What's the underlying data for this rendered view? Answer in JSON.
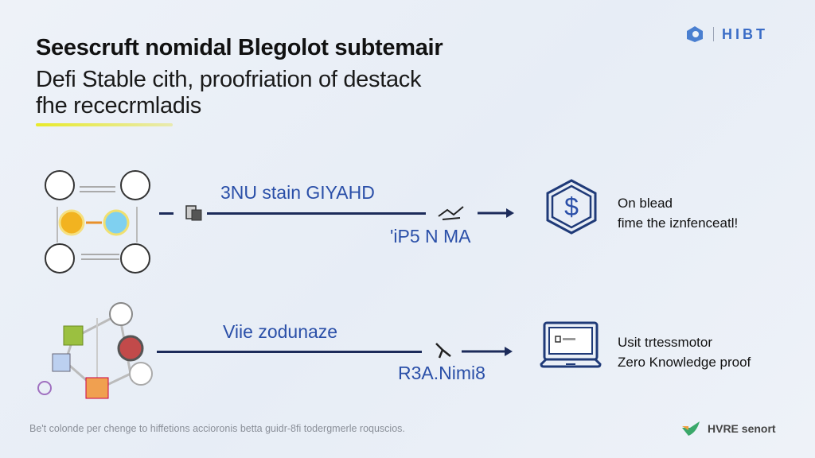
{
  "header": {
    "title": "Seescruft nomidal Blegolot subtemair",
    "subtitle_line1": "Defi Stable cith, proofriation of destack",
    "subtitle_line2": "fhe rececrmladis",
    "logo_text": "HIBT"
  },
  "flows": [
    {
      "label_top": "3NU stain GIYAHD",
      "label_bottom": "'iP5 N MA",
      "target_icon": "hexagon-dollar-icon",
      "desc_line1": "On blead",
      "desc_line2": "fime the iznfenceatl!"
    },
    {
      "label_top": "Viie zodunaze",
      "label_bottom": "R3A.Nimi8",
      "target_icon": "laptop-icon",
      "desc_line1": "Usit trtessmotor",
      "desc_line2": "Zero Knowledge proof"
    }
  ],
  "footer": {
    "note": "Be't colonde per chenge to hiffetions accioronis betta guidr-8fi todergmerle roquscios.",
    "brand": "HVRE senort"
  },
  "colors": {
    "accent": "#2a4fa8",
    "line": "#1c2b5a",
    "highlight": "#e8ea2a"
  }
}
